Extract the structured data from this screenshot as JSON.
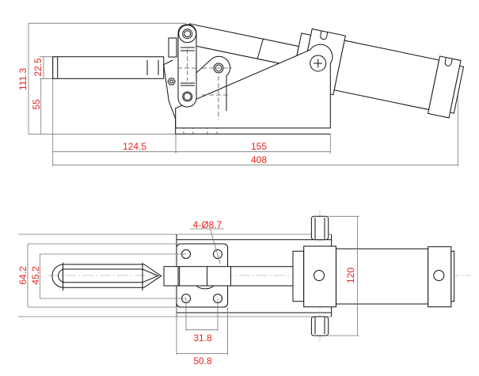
{
  "colors": {
    "dimension_text": "#e8231f",
    "line": "#111111",
    "dimension_line": "#777777"
  },
  "side_view": {
    "dims": {
      "overall_height": "111.3",
      "handle_height": "22.5",
      "base_height": "55",
      "handle_length": "124.5",
      "base_length": "155",
      "overall_length": "408"
    }
  },
  "top_view": {
    "dims": {
      "holes": "4-Ø8.7",
      "outer_width": "64.2",
      "hole_spacing_y": "45.2",
      "cylinder_width": "120",
      "hole_spacing_x": "31.8",
      "plate_width": "50.8"
    }
  }
}
